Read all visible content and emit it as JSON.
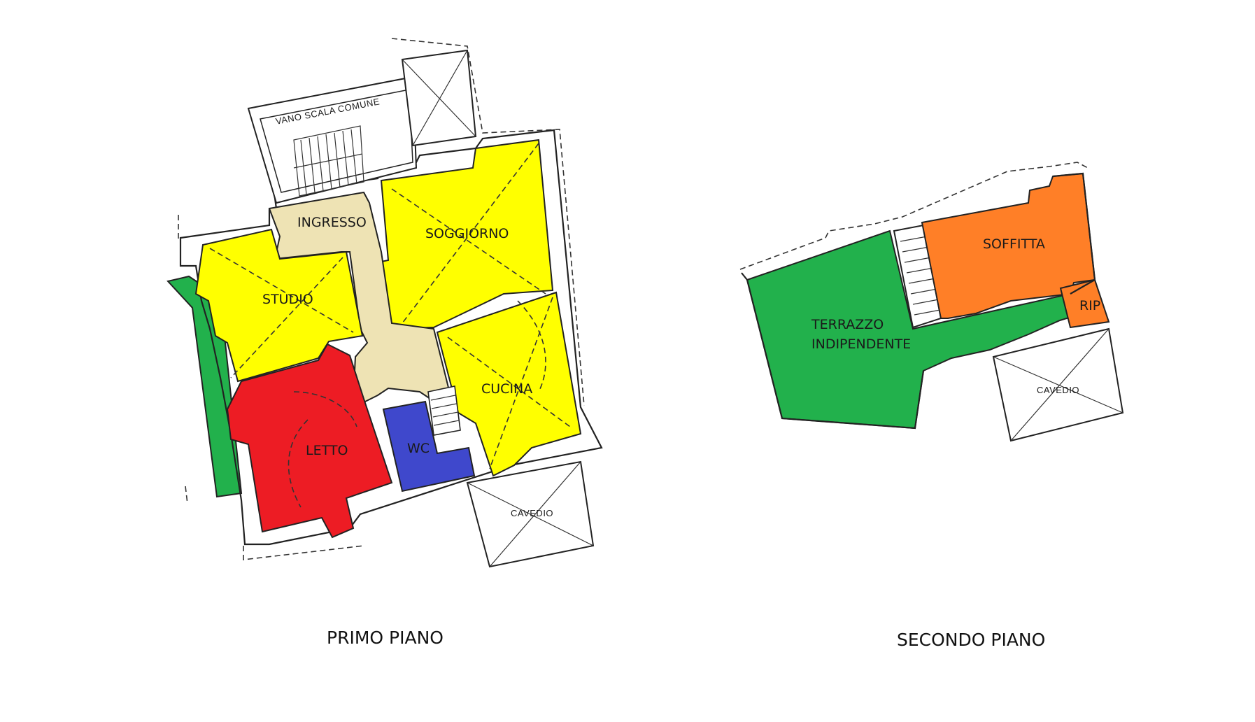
{
  "colors": {
    "yellow": "#ffff00",
    "beige": "#eee3b4",
    "red": "#ed1c24",
    "blue": "#3f48cc",
    "green": "#22b14c",
    "orange": "#ff7f27"
  },
  "primo_piano": {
    "caption": "PRIMO PIANO",
    "vano_scala": "VANO SCALA COMUNE",
    "rooms": {
      "ingresso": "INGRESSO",
      "soggiorno": "SOGGIORNO",
      "studio": "STUDIO",
      "cucina": "CUCINA",
      "letto": "LETTO",
      "wc": "WC"
    },
    "cavedio": "CAVEDIO"
  },
  "secondo_piano": {
    "caption": "SECONDO PIANO",
    "rooms": {
      "soffitta": "SOFFITTA",
      "rip": "RIP",
      "terrazzo_line1": "TERRAZZO",
      "terrazzo_line2": "INDIPENDENTE"
    },
    "cavedio": "CAVEDIO"
  }
}
